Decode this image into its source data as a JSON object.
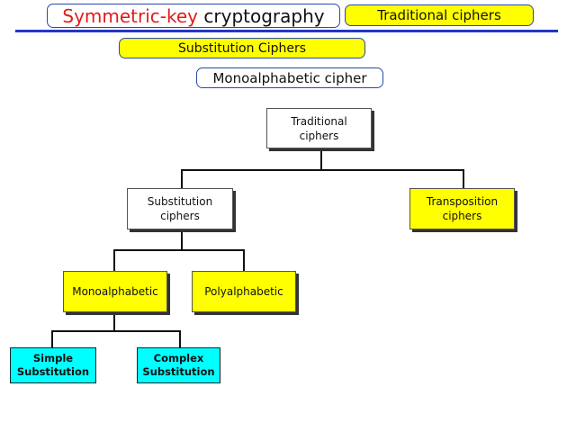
{
  "header": {
    "title_part1": "Symmetric-key",
    "title_part2": "cryptography",
    "context_tag": "Traditional ciphers",
    "subtopic_tag": "Substitution Ciphers",
    "current_tag": "Monoalphabetic cipher"
  },
  "colors": {
    "title_accent": "#e31b1b",
    "rule": "#2236c8",
    "highlight_yellow": "#ffff00",
    "leaf_cyan": "#00ffff"
  },
  "tree": {
    "root": {
      "line1": "Traditional",
      "line2": "ciphers"
    },
    "substitution": {
      "line1": "Substitution",
      "line2": "ciphers"
    },
    "transposition": {
      "line1": "Transposition",
      "line2": "ciphers"
    },
    "monoalphabetic": {
      "label": "Monoalphabetic"
    },
    "polyalphabetic": {
      "label": "Polyalphabetic"
    },
    "simple": {
      "line1": "Simple",
      "line2": "Substitution"
    },
    "complex": {
      "line1": "Complex",
      "line2": "Substitution"
    }
  }
}
